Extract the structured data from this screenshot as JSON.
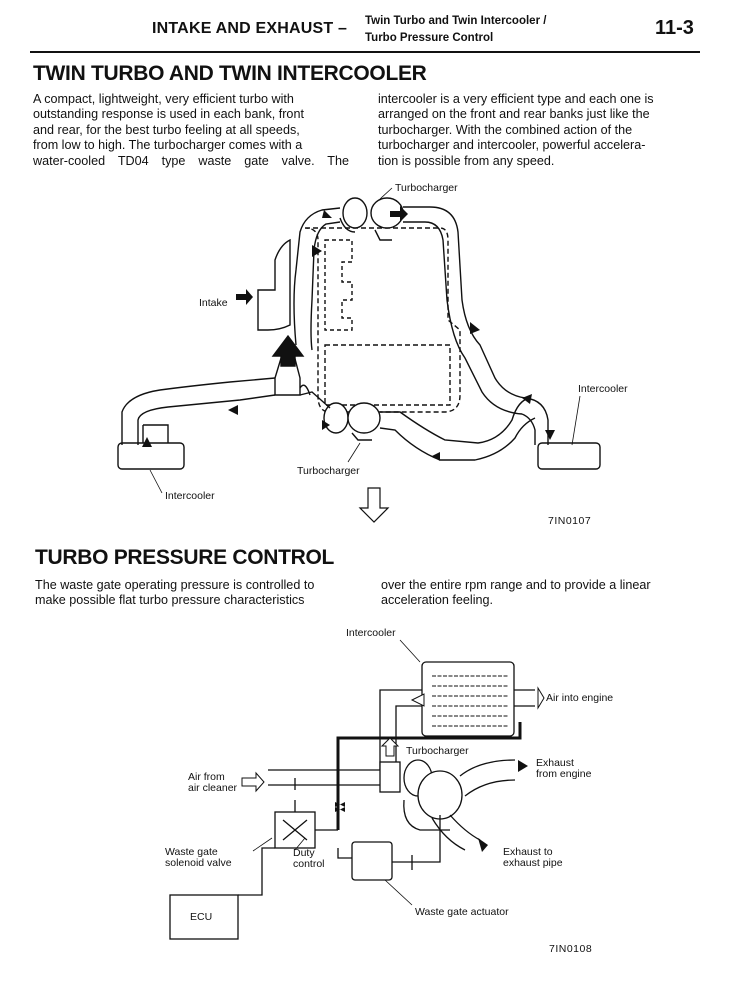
{
  "header": {
    "section": "INTAKE AND EXHAUST –",
    "subtitle_line1": "Twin Turbo and Twin Intercooler /",
    "subtitle_line2": "Turbo Pressure Control",
    "page_number": "11-3"
  },
  "section1": {
    "title": "TWIN TURBO AND TWIN INTERCOOLER",
    "col1": [
      "A compact, lightweight, very efficient turbo with",
      "outstanding response is used in each bank, front",
      "and rear, for the best turbo feeling at all speeds,",
      "from low to high. The turbocharger comes with a",
      "water-cooled TD04 type waste gate valve. The"
    ],
    "col2": [
      "intercooler is a very efficient type and each one is",
      "arranged on the front and rear banks just like the",
      "turbocharger. With the combined action of the",
      "turbocharger and intercooler, powerful accelera-",
      "tion is possible from any speed."
    ],
    "figure": {
      "label_turbo_top": "Turbocharger",
      "label_intake": "Intake",
      "label_intercooler_right": "Intercooler",
      "label_turbo_bottom": "Turbocharger",
      "label_intercooler_left": "Intercooler",
      "code": "7IN0107"
    }
  },
  "section2": {
    "title": "TURBO PRESSURE CONTROL",
    "col1": [
      "The waste gate operating pressure is controlled to",
      "make possible flat turbo pressure characteristics"
    ],
    "col2": [
      "over the entire rpm range and to provide a linear",
      "acceleration feeling."
    ],
    "figure": {
      "label_intercooler": "Intercooler",
      "label_air_engine": "Air into engine",
      "label_turbocharger": "Turbocharger",
      "label_exhaust_from1": "Exhaust",
      "label_exhaust_from2": "from engine",
      "label_air_from1": "Air from",
      "label_air_from2": "air cleaner",
      "label_exhaust_to1": "Exhaust to",
      "label_exhaust_to2": "exhaust pipe",
      "label_wg_sol1": "Waste gate",
      "label_wg_sol2": "solenoid valve",
      "label_duty1": "Duty",
      "label_duty2": "control",
      "label_ecu": "ECU",
      "label_wg_act": "Waste gate actuator",
      "code": "7IN0108"
    }
  }
}
